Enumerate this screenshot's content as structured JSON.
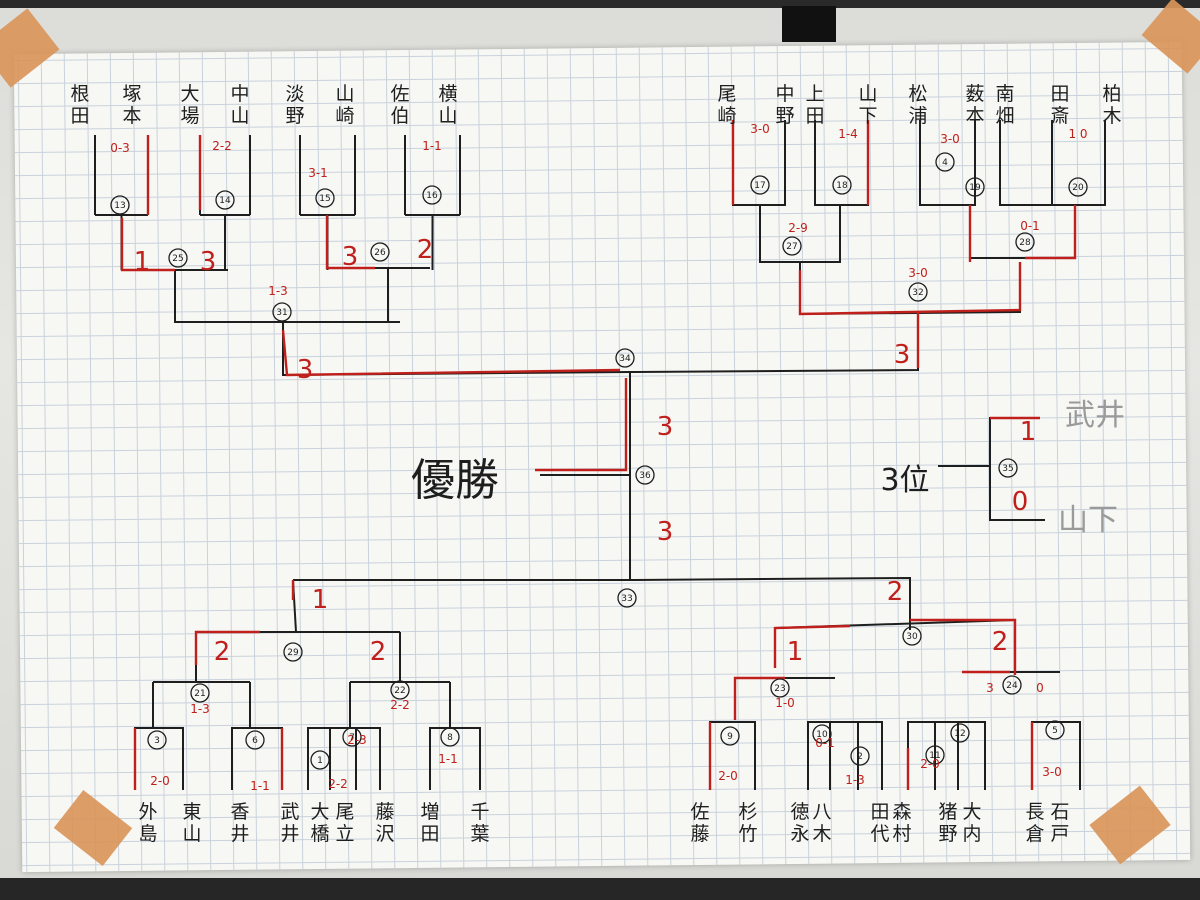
{
  "diagram": {
    "winner_label": "優勝",
    "third_place_label": "3位",
    "third_place_players": [
      "武井",
      "山下"
    ],
    "third_place_scores": [
      "1",
      "0"
    ],
    "third_place_match_no": "35",
    "final_match_no": "36",
    "semifinal_match_nos": [
      "34",
      "33"
    ],
    "quarterfinal_match_nos": [
      "31",
      "32",
      "29",
      "30"
    ],
    "top_players": [
      "根田",
      "塚本",
      "大場",
      "中山",
      "淡野",
      "山崎",
      "佐伯",
      "横山",
      "尾崎",
      "中野",
      "上田",
      "山下",
      "松浦",
      "薮本",
      "南畑",
      "田斎",
      "柏木"
    ],
    "bottom_players": [
      "外島",
      "東山",
      "香井",
      "武井",
      "大橋",
      "尾立",
      "藤沢",
      "増田",
      "千葉",
      "佐藤",
      "杉竹",
      "徳永",
      "八木",
      "田代",
      "森村",
      "猪野",
      "大内",
      "長倉",
      "石戸"
    ],
    "top_match_scores": [
      "0-3",
      "2-2",
      "3-1",
      "1-1",
      "3-0",
      "1-4",
      "3-0",
      "1 0"
    ],
    "top_second_round_scores": [
      "1",
      "3",
      "3",
      "2",
      "2-9",
      "0-1"
    ],
    "top_semifinal_scores": [
      "1-3",
      "3-0",
      "3",
      "3"
    ],
    "bottom_match_scores": [
      "2-0",
      "1-1",
      "2-2",
      "2-3",
      "1-1",
      "2-0",
      "0-1",
      "1-3",
      "2-0",
      "3-0"
    ],
    "bottom_second_round_scores": [
      "1-3",
      "2-2",
      "1-0",
      "3",
      "0"
    ],
    "bottom_semifinal_scores": [
      "2",
      "2",
      "1",
      "2",
      "1",
      "2"
    ],
    "final_scores": [
      "3",
      "3"
    ],
    "top_circle_numbers": [
      "13",
      "14",
      "15",
      "16",
      "17",
      "18",
      "4",
      "19",
      "20",
      "25",
      "26",
      "27",
      "28"
    ],
    "bottom_circle_numbers": [
      "21",
      "22",
      "23",
      "24",
      "3",
      "6",
      "1",
      "7",
      "8",
      "9",
      "10",
      "2",
      "11",
      "12",
      "5"
    ],
    "colors": {
      "pen": "#1e1e1e",
      "marker": "#c0201c",
      "tape": "#d9955a"
    }
  }
}
